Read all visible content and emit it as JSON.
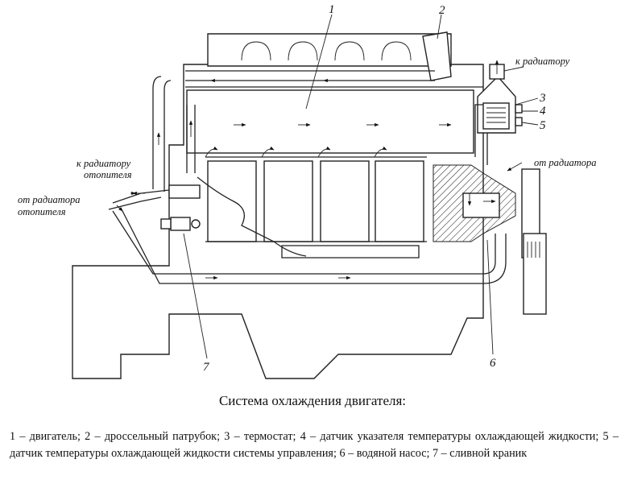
{
  "labels": {
    "n1": "1",
    "n2": "2",
    "n3": "3",
    "n4": "4",
    "n5": "5",
    "n6": "6",
    "n7": "7",
    "to_radiator": "к радиатору",
    "from_radiator": "от радиатора",
    "to_heater_line1": "к радиатору",
    "to_heater_line2": "отопителя",
    "from_heater_line1": "от радиатора",
    "from_heater_line2": "отопителя"
  },
  "caption": "Система охлаждения двигателя:",
  "legend": "1 – двигатель; 2 – дроссельный патрубок; 3 – термостат; 4 – датчик указателя температуры охлаждающей жидкости; 5 – датчик температуры охлаждающей жидкости системы управления; 6 – водяной насос; 7 – сливной краник"
}
